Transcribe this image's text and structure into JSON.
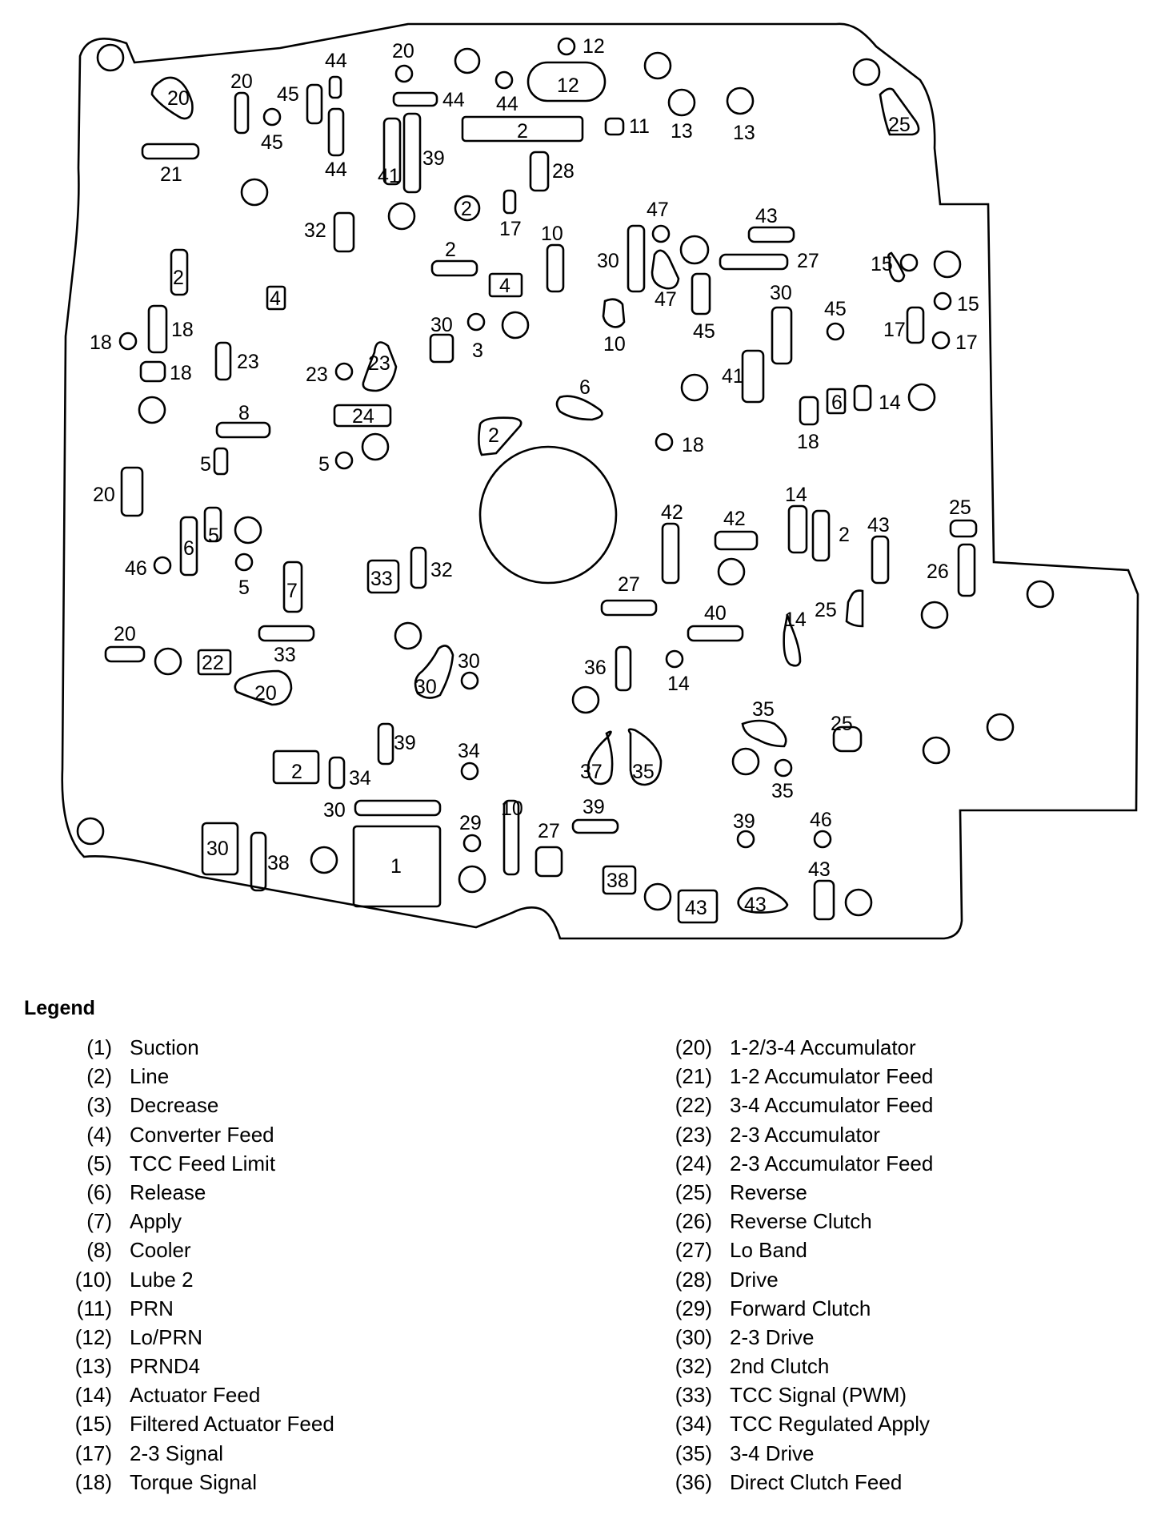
{
  "diagram": {
    "hole_labels": {
      "h1": "1",
      "h2": "2",
      "h3": "3",
      "h4": "4",
      "h5": "5",
      "h6": "6",
      "h7": "7",
      "h8": "8",
      "h10": "10",
      "h11": "11",
      "h12": "12",
      "h13": "13",
      "h14": "14",
      "h15": "15",
      "h17": "17",
      "h18": "18",
      "h20": "20",
      "h21": "21",
      "h22": "22",
      "h23": "23",
      "h24": "24",
      "h25": "25",
      "h26": "26",
      "h27": "27",
      "h28": "28",
      "h29": "29",
      "h30": "30",
      "h32": "32",
      "h33": "33",
      "h34": "34",
      "h35": "35",
      "h36": "36",
      "h37": "37",
      "h38": "38",
      "h39": "39",
      "h40": "40",
      "h41": "41",
      "h42": "42",
      "h43": "43",
      "h44": "44",
      "h45": "45",
      "h46": "46",
      "h47": "47"
    }
  },
  "legend": {
    "title": "Legend",
    "left": [
      {
        "num": "(1)",
        "label": "Suction"
      },
      {
        "num": "(2)",
        "label": "Line"
      },
      {
        "num": "(3)",
        "label": "Decrease"
      },
      {
        "num": "(4)",
        "label": "Converter Feed"
      },
      {
        "num": "(5)",
        "label": "TCC Feed Limit"
      },
      {
        "num": "(6)",
        "label": "Release"
      },
      {
        "num": "(7)",
        "label": "Apply"
      },
      {
        "num": "(8)",
        "label": "Cooler"
      },
      {
        "num": "(10)",
        "label": "Lube 2"
      },
      {
        "num": "(11)",
        "label": "PRN"
      },
      {
        "num": "(12)",
        "label": "Lo/PRN"
      },
      {
        "num": "(13)",
        "label": "PRND4"
      },
      {
        "num": "(14)",
        "label": "Actuator Feed"
      },
      {
        "num": "(15)",
        "label": "Filtered Actuator Feed"
      },
      {
        "num": "(17)",
        "label": "2-3 Signal"
      },
      {
        "num": "(18)",
        "label": "Torque Signal"
      }
    ],
    "right": [
      {
        "num": "(20)",
        "label": "1-2/3-4 Accumulator"
      },
      {
        "num": "(21)",
        "label": "1-2 Accumulator Feed"
      },
      {
        "num": "(22)",
        "label": "3-4 Accumulator Feed"
      },
      {
        "num": "(23)",
        "label": "2-3 Accumulator"
      },
      {
        "num": "(24)",
        "label": "2-3 Accumulator Feed"
      },
      {
        "num": "(25)",
        "label": "Reverse"
      },
      {
        "num": "(26)",
        "label": "Reverse Clutch"
      },
      {
        "num": "(27)",
        "label": "Lo Band"
      },
      {
        "num": "(28)",
        "label": "Drive"
      },
      {
        "num": "(29)",
        "label": "Forward Clutch"
      },
      {
        "num": "(30)",
        "label": "2-3 Drive"
      },
      {
        "num": "(32)",
        "label": "2nd Clutch"
      },
      {
        "num": "(33)",
        "label": "TCC Signal (PWM)"
      },
      {
        "num": "(34)",
        "label": "TCC Regulated Apply"
      },
      {
        "num": "(35)",
        "label": "3-4 Drive"
      },
      {
        "num": "(36)",
        "label": "Direct Clutch Feed"
      }
    ]
  }
}
